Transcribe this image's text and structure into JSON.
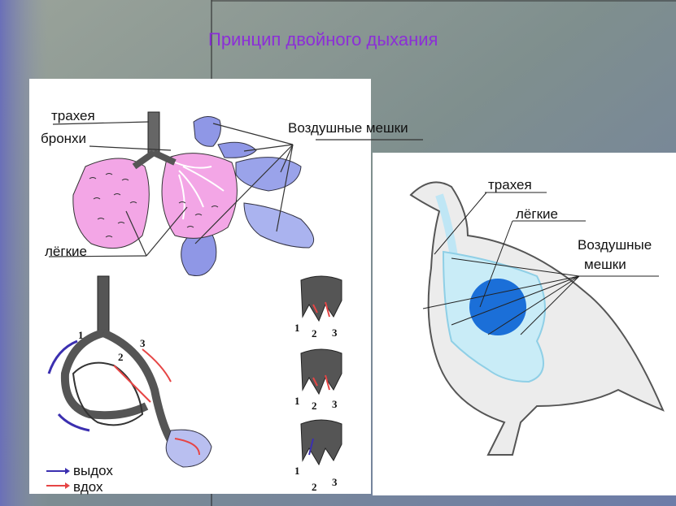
{
  "title": "Принцип двойного дыхания",
  "left_panel": {
    "labels": {
      "trachea": "трахея",
      "bronchi": "бронхи",
      "lungs": "лёгкие",
      "air_sacs": "Воздушные мешки"
    },
    "legend": {
      "exhale": "выдох",
      "inhale": "вдох"
    },
    "numbers": [
      "1",
      "2",
      "3"
    ]
  },
  "right_panel": {
    "labels": {
      "trachea": "трахея",
      "lungs": "лёгкие",
      "air_sacs_line1": "Воздушные",
      "air_sacs_line2": "мешки"
    }
  },
  "colors": {
    "title": "#8b2fd6",
    "lung_pink": "#f3a6e6",
    "air_sac_blue": "#8f97e6",
    "lung_dark_blue": "#1b6fd8",
    "exhale_arrow": "#3b2fb0",
    "inhale_arrow": "#e64545"
  }
}
